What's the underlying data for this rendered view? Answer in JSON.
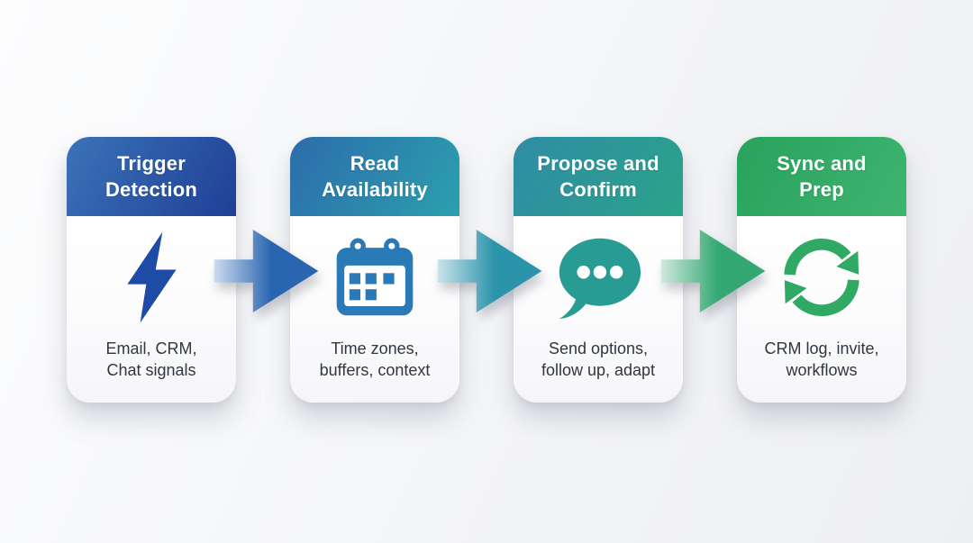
{
  "steps": [
    {
      "title_line1": "Trigger",
      "title_line2": "Detection",
      "desc_line1": "Email, CRM,",
      "desc_line2": "Chat signals",
      "icon": "lightning-icon",
      "header_from": "#3b73b7",
      "header_to": "#1f3f97",
      "icon_color": "#1d4ba6"
    },
    {
      "title_line1": "Read",
      "title_line2": "Availability",
      "desc_line1": "Time zones,",
      "desc_line2": "buffers, context",
      "icon": "calendar-icon",
      "header_from": "#2d6cab",
      "header_to": "#2ba0ae",
      "icon_color": "#2b7ab8"
    },
    {
      "title_line1": "Propose and",
      "title_line2": "Confirm",
      "desc_line1": "Send options,",
      "desc_line2": "follow up, adapt",
      "icon": "chat-bubble-icon",
      "header_from": "#2f8ca6",
      "header_to": "#2ba389",
      "icon_color": "#289b93"
    },
    {
      "title_line1": "Sync and",
      "title_line2": "Prep",
      "desc_line1": "CRM log, invite,",
      "desc_line2": "workflows",
      "icon": "sync-icon",
      "header_from": "#28a25c",
      "header_to": "#3fb471",
      "icon_color": "#30a964"
    }
  ],
  "arrows": [
    {
      "name": "arrow-1",
      "color": "#2a66b0",
      "tail": "#ccdbee"
    },
    {
      "name": "arrow-2",
      "color": "#2b93aa",
      "tail": "#c8e4ea"
    },
    {
      "name": "arrow-3",
      "color": "#33a873",
      "tail": "#cfeadd"
    }
  ]
}
